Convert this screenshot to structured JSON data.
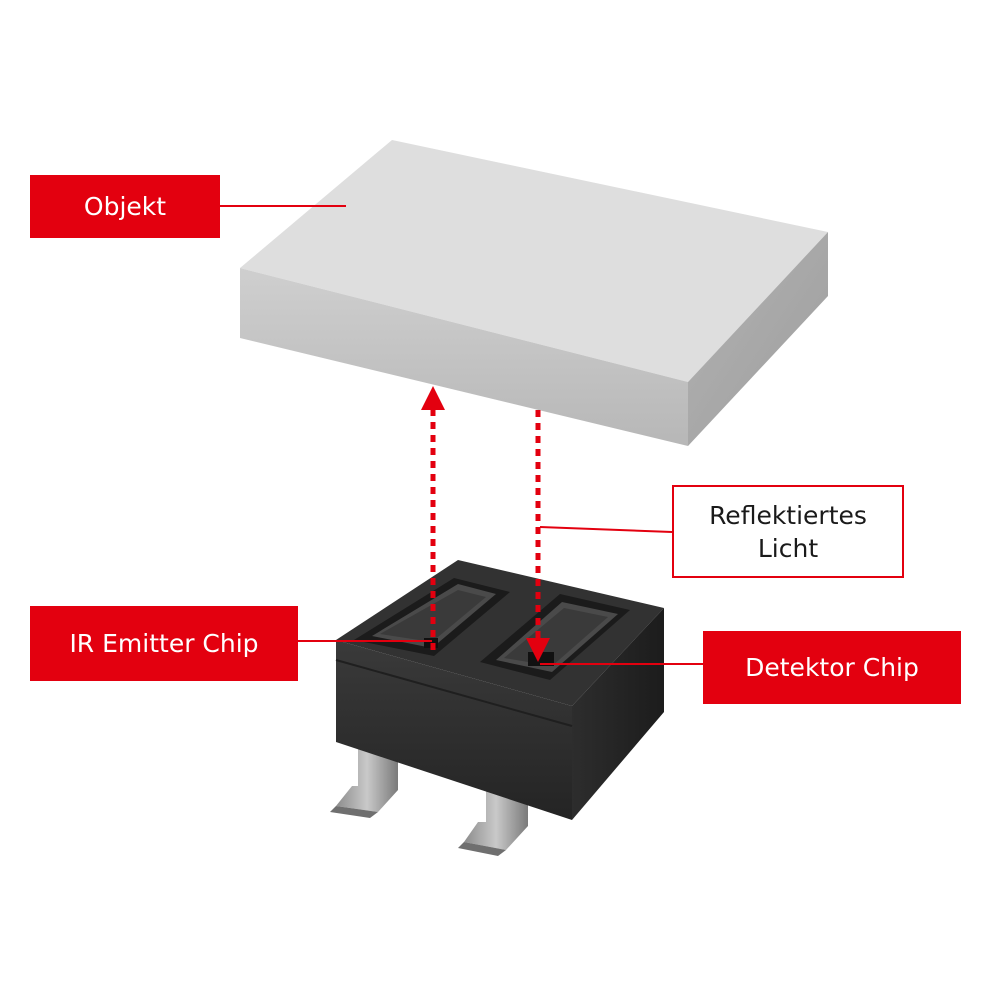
{
  "labels": {
    "object": "Objekt",
    "reflected_light_line1": "Reflektiertes",
    "reflected_light_line2": "Licht",
    "ir_emitter": "IR Emitter Chip",
    "detector": "Detektor Chip"
  },
  "colors": {
    "accent": "#e3000f",
    "object_top": "#dedede",
    "object_front": "#bdbdbd",
    "object_side": "#a9a9a9",
    "package_body": "#2b2b2b",
    "lead": "#9a9a9a"
  }
}
